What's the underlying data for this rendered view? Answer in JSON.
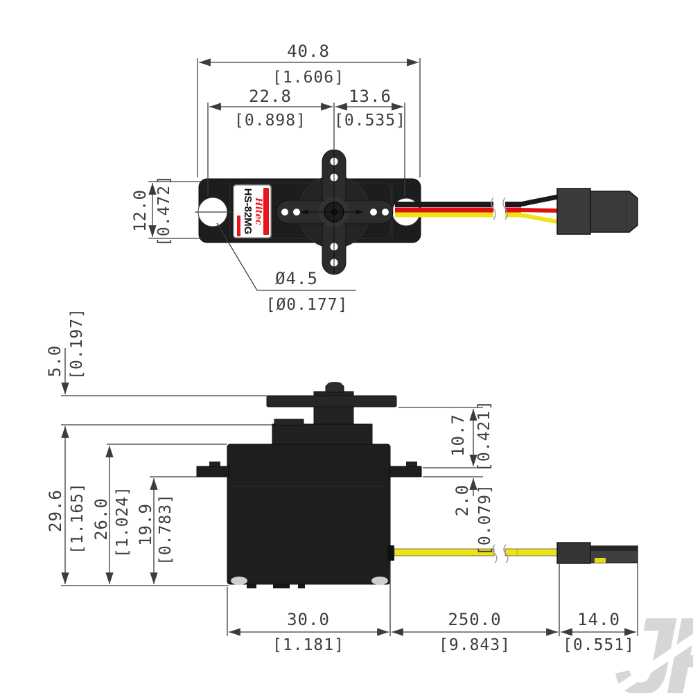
{
  "label": {
    "brand": "Hitec",
    "model": "HS-82MG"
  },
  "watermark": "JP",
  "colors": {
    "label_red": "#e8151b",
    "wire_black": "#1a1a1a",
    "wire_red": "#dd1111",
    "wire_yellow": "#efe316",
    "body_black": "#1e1e1e",
    "dimension_line": "#3c3c3c",
    "watermark_gray": "#d6d6d6"
  },
  "top_view": {
    "overall_width_mm": "40.8",
    "overall_width_in": "[1.606]",
    "left_span_mm": "22.8",
    "left_span_in": "[0.898]",
    "right_span_mm": "13.6",
    "right_span_in": "[0.535]",
    "body_height_mm": "12.0",
    "body_height_in": "[0.472]",
    "hole_diameter_mm": "Ø4.5",
    "hole_diameter_in": "[Ø0.177]"
  },
  "side_view": {
    "horn_offset_mm": "5.0",
    "horn_offset_in": "[0.197]",
    "overall_height_mm": "29.6",
    "overall_height_in": "[1.165]",
    "case_height_mm": "26.0",
    "case_height_in": "[1.024]",
    "flange_height_mm": "19.9",
    "flange_height_in": "[0.783]",
    "horn_to_flange_mm": "10.7",
    "horn_to_flange_in": "[0.421]",
    "flange_thickness_mm": "2.0",
    "flange_thickness_in": "[0.079]",
    "case_width_mm": "30.0",
    "case_width_in": "[1.181]",
    "cable_length_mm": "250.0",
    "cable_length_in": "[9.843]",
    "connector_length_mm": "14.0",
    "connector_length_in": "[0.551]"
  }
}
